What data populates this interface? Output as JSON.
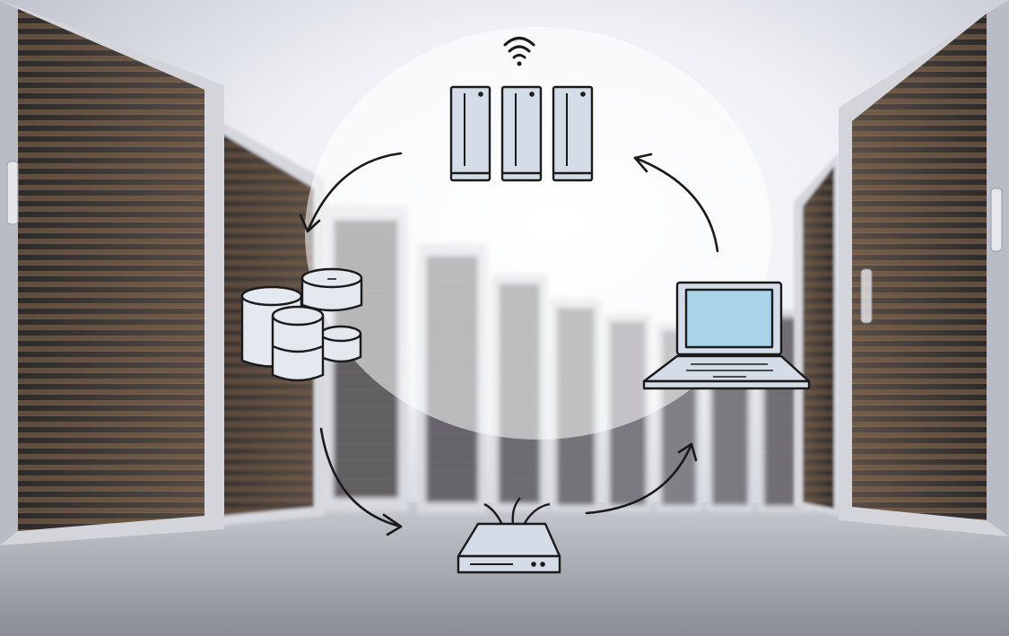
{
  "scene": {
    "description_free": true,
    "palette": {
      "sky": "#f4f5f8",
      "haze": "#dfe2ea",
      "floor_near": "#8a8c95",
      "floor_far": "#c7c9d0",
      "rack_frame": "#d9dbe1",
      "rack_body": "#3a3634",
      "rack_slat": "#6a5a4c",
      "rack_glow": "#d79a55",
      "icon_fill": "#d4dce8",
      "icon_stroke": "#1a1a1a",
      "screen_fill": "#a9d3e8"
    }
  },
  "icons": [
    {
      "name": "wifi-icon"
    },
    {
      "name": "server-cluster-icon"
    },
    {
      "name": "database-stack-icon"
    },
    {
      "name": "laptop-icon"
    },
    {
      "name": "router-icon"
    }
  ],
  "arrows": [
    {
      "name": "arrow-servers-to-databases"
    },
    {
      "name": "arrow-databases-to-router"
    },
    {
      "name": "arrow-router-to-laptop"
    },
    {
      "name": "arrow-laptop-to-servers"
    }
  ]
}
